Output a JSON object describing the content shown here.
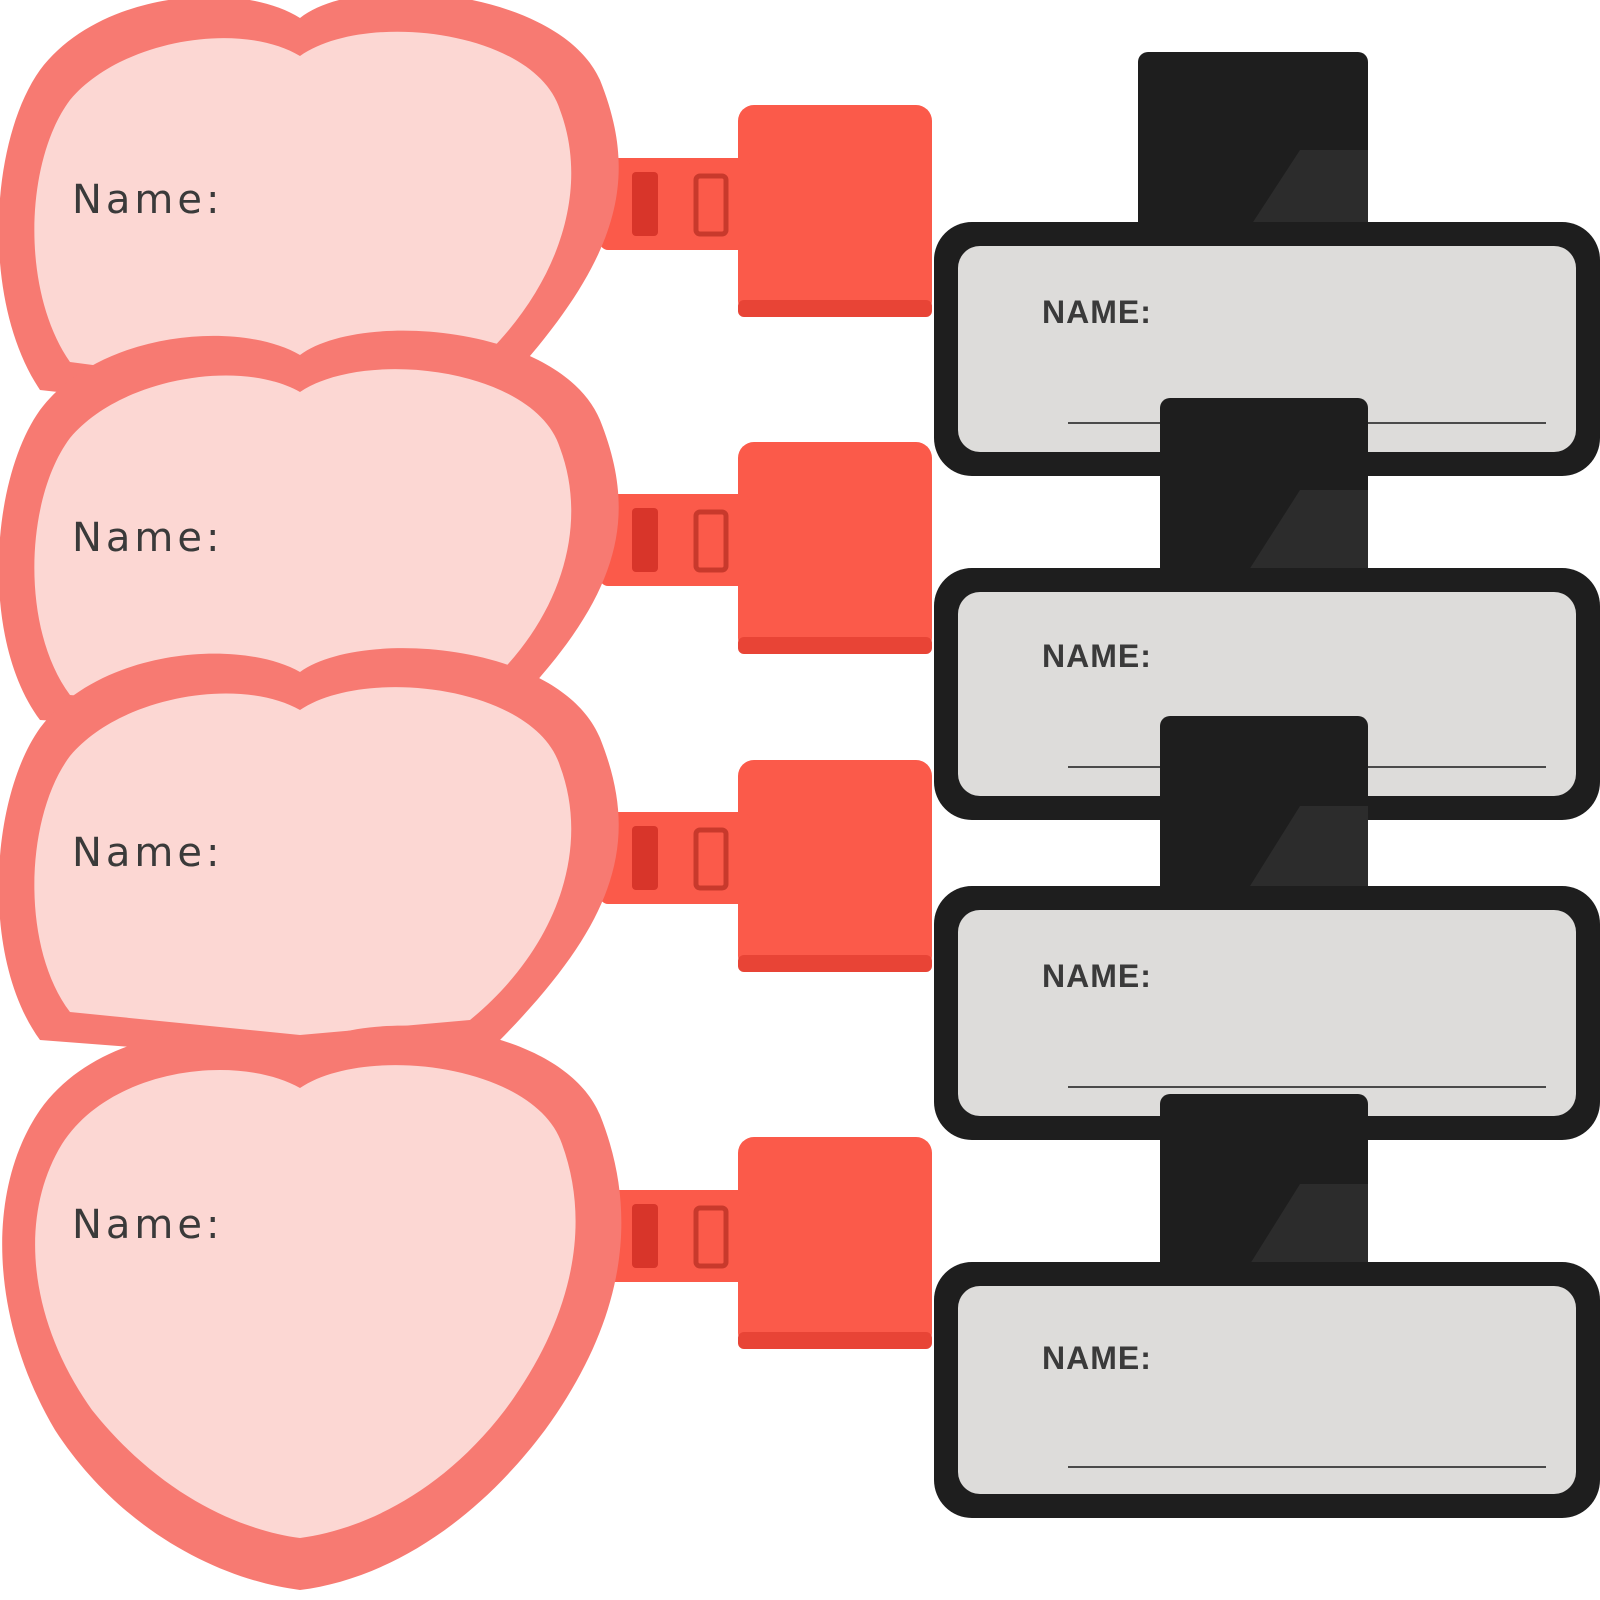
{
  "heart_tags": [
    {
      "label": "Name:"
    },
    {
      "label": "Name:"
    },
    {
      "label": "Name:"
    },
    {
      "label": "Name:"
    }
  ],
  "rect_tags": [
    {
      "label": "NAME:"
    },
    {
      "label": "NAME:"
    },
    {
      "label": "NAME:"
    },
    {
      "label": "NAME:"
    }
  ],
  "colors": {
    "heart_rim": "#f77a72",
    "heart_fill": "#fcd7d3",
    "clip_red": "#fb5a4a",
    "rect_frame": "#1e1e1e",
    "rect_card": "#dddcda"
  }
}
